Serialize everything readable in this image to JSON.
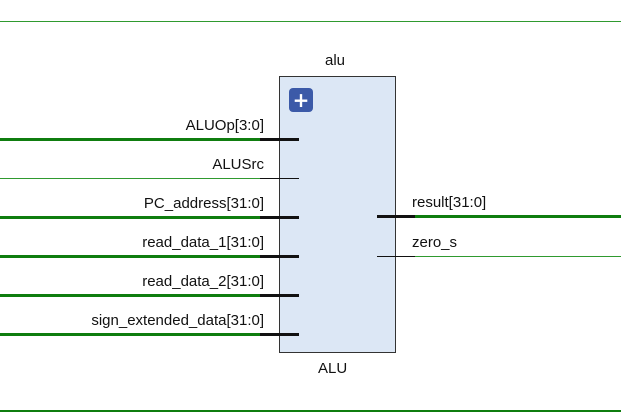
{
  "instance_name": "alu",
  "module_type": "ALU",
  "expand_icon": "plus-icon",
  "colors": {
    "bus_wire": "#0f7d0f",
    "single_wire": "#2f9a2f",
    "block_fill": "#dce7f5",
    "expand_button": "#3c5aa8"
  },
  "inputs": [
    {
      "label": "ALUOp[3:0]",
      "kind": "bus"
    },
    {
      "label": "ALUSrc",
      "kind": "wire"
    },
    {
      "label": "PC_address[31:0]",
      "kind": "bus"
    },
    {
      "label": "read_data_1[31:0]",
      "kind": "bus"
    },
    {
      "label": "read_data_2[31:0]",
      "kind": "bus"
    },
    {
      "label": "sign_extended_data[31:0]",
      "kind": "bus"
    }
  ],
  "outputs": [
    {
      "label": "result[31:0]",
      "kind": "bus"
    },
    {
      "label": "zero_s",
      "kind": "wire"
    }
  ]
}
